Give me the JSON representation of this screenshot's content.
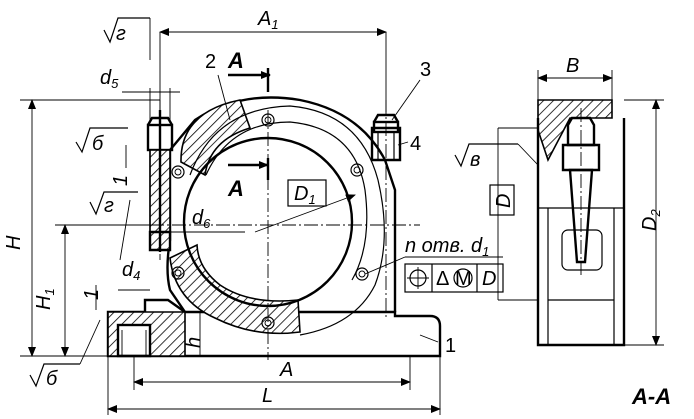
{
  "dimensions": {
    "A1": "A",
    "A1_sub": "1",
    "B": "B",
    "d5": "d",
    "d5_sub": "5",
    "d6": "d",
    "d6_sub": "6",
    "d4": "d",
    "d4_sub": "4",
    "D": "D",
    "D1": "D",
    "D1_sub": "1",
    "D2": "D",
    "D2_sub": "2",
    "H": "H",
    "H1": "H",
    "H1_sub": "1",
    "h": "h",
    "A": "A",
    "L": "L",
    "one_upper": "1",
    "one_lower": "1"
  },
  "roughness": {
    "r_top": "г",
    "b_upper": "б",
    "g_mid": "г",
    "b_lower": "б",
    "v_right": "в"
  },
  "callouts": {
    "part_2": "2",
    "part_3": "3",
    "part_4": "4",
    "part_1": "1"
  },
  "section": {
    "cut_letter_top": "A",
    "cut_letter_mid": "A",
    "view_label": "A-A"
  },
  "holes": {
    "prefix": "n",
    "text": " отв. ",
    "dia": "d",
    "dia_sub": "1"
  },
  "tolerance_frame": {
    "symbol": "⌖",
    "value": "Δ",
    "modifier": "M",
    "datum": "D"
  }
}
